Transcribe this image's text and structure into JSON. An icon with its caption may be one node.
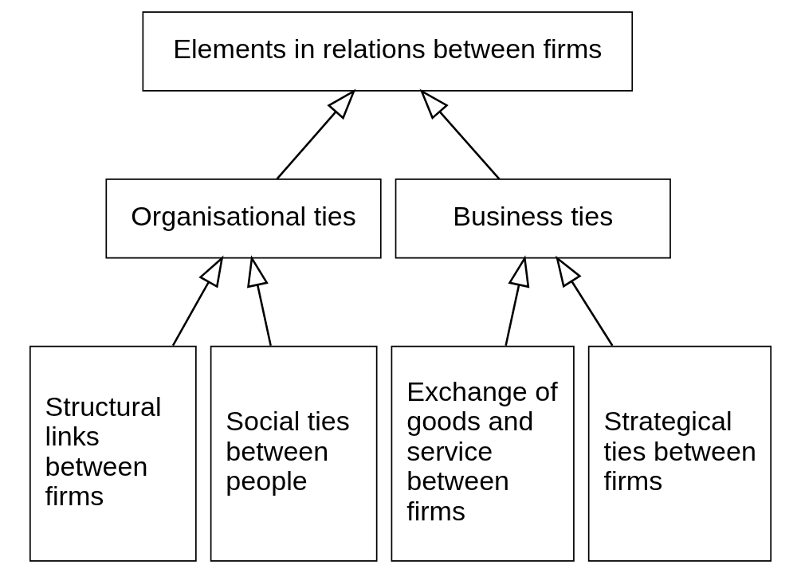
{
  "diagram": {
    "nodes": [
      {
        "text": [
          "Elements in relations between firms"
        ]
      },
      {
        "text": [
          "Organisational ties"
        ]
      },
      {
        "text": [
          "Business ties"
        ]
      },
      {
        "text": [
          "Structural links between firms"
        ]
      },
      {
        "text": [
          "Social ties between people"
        ]
      },
      {
        "text": [
          "Exchange of goods and service between firms"
        ]
      },
      {
        "text": [
          "Strategical ties between firms"
        ]
      }
    ],
    "edges": [
      {
        "from": 1,
        "to": 0,
        "arrow": "to"
      },
      {
        "from": 2,
        "to": 0,
        "arrow": "to"
      },
      {
        "from": 3,
        "to": 1,
        "arrow": "to"
      },
      {
        "from": 4,
        "to": 1,
        "arrow": "to"
      },
      {
        "from": 5,
        "to": 2,
        "arrow": "to"
      },
      {
        "from": 6,
        "to": 2,
        "arrow": "to"
      }
    ]
  }
}
